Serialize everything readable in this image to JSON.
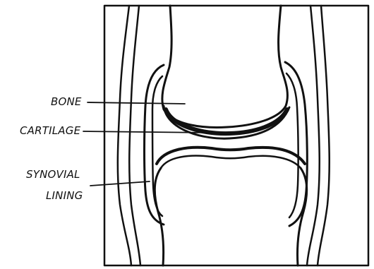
{
  "labels": {
    "bone": "BONE",
    "cartilage": "CARTILAGE",
    "synovial_line1": "SYNOVIAL",
    "synovial_line2": "LINING"
  },
  "colors": {
    "ink": "#111111",
    "background": "#ffffff"
  }
}
